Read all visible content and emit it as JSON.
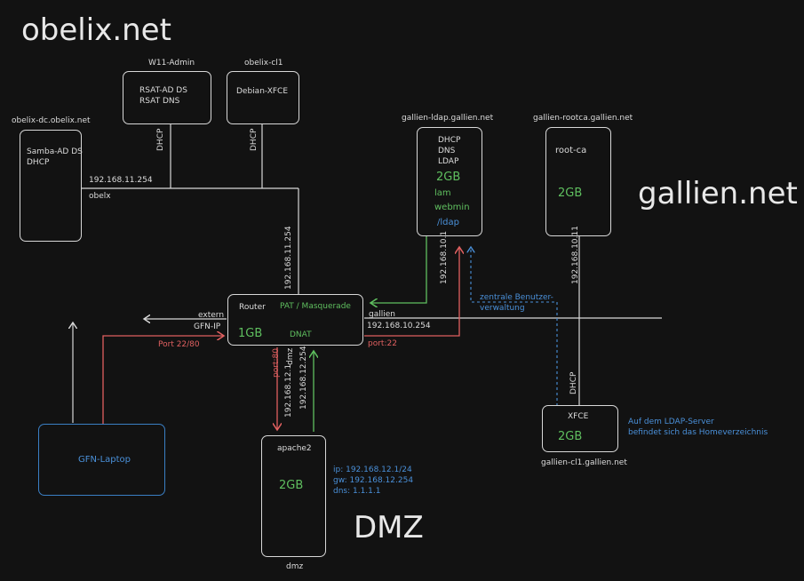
{
  "titles": {
    "obelix": "obelix.net",
    "gallien": "gallien.net",
    "dmz": "DMZ"
  },
  "hosts": {
    "w11": {
      "label": "W11-Admin",
      "lines": [
        "RSAT-AD DS",
        "RSAT DNS"
      ]
    },
    "obelix_cl1": {
      "label": "obelix-cl1",
      "lines": [
        "Debian-XFCE"
      ]
    },
    "obelix_dc": {
      "label": "obelix-dc.obelix.net",
      "lines": [
        "Samba-AD DS",
        "DHCP"
      ]
    },
    "ldap": {
      "label": "gallien-ldap.gallien.net",
      "lines": [
        "DHCP",
        "DNS",
        "LDAP"
      ],
      "ram": "2GB",
      "apps": [
        "lam",
        "webmin"
      ],
      "path": "/ldap"
    },
    "rootca": {
      "label": "gallien-rootca.gallien.net",
      "name": "root-ca",
      "ram": "2GB"
    },
    "router": {
      "name": "Router",
      "pat": "PAT / Masquerade",
      "ram": "1GB",
      "dnat": "DNAT"
    },
    "gfn": {
      "name": "GFN-Laptop"
    },
    "apache": {
      "name": "apache2",
      "ram": "2GB",
      "net": "dmz",
      "info": [
        "ip: 192.168.12.1/24",
        "gw: 192.168.12.254",
        "dns: 1.1.1.1"
      ]
    },
    "client": {
      "name": "XFCE",
      "ram": "2GB",
      "label": "gallien-cl1.gallien.net",
      "note": [
        "Auf dem LDAP-Server",
        "befindet sich das Homeverzeichnis"
      ]
    }
  },
  "links": {
    "dhcp": "DHCP",
    "obelix_ip": "192.168.11.254",
    "obelix_net": "obelx",
    "router_obelix_ip": "192.168.11.254",
    "extern": "extern",
    "gfn_ip": "GFN-IP",
    "gallien": "gallien",
    "gallien_ip": "192.168.10.254",
    "ldap_ip": "192.168.10.1",
    "rootca_ip": "192.168.10.11",
    "port_ssh": "port:22",
    "port_gfn": "Port 22/80",
    "port80": "port:80",
    "dmz_ip": "192.168.12.1",
    "dmz": "dmz",
    "dmz_gw": "192.168.12.254",
    "central_users": [
      "zentrale Benutzer-",
      "verwaltung"
    ]
  },
  "colors": {
    "line": "#d8d8d8",
    "green": "#5fbf5f",
    "red": "#e06060",
    "blue": "#4a90d9"
  }
}
